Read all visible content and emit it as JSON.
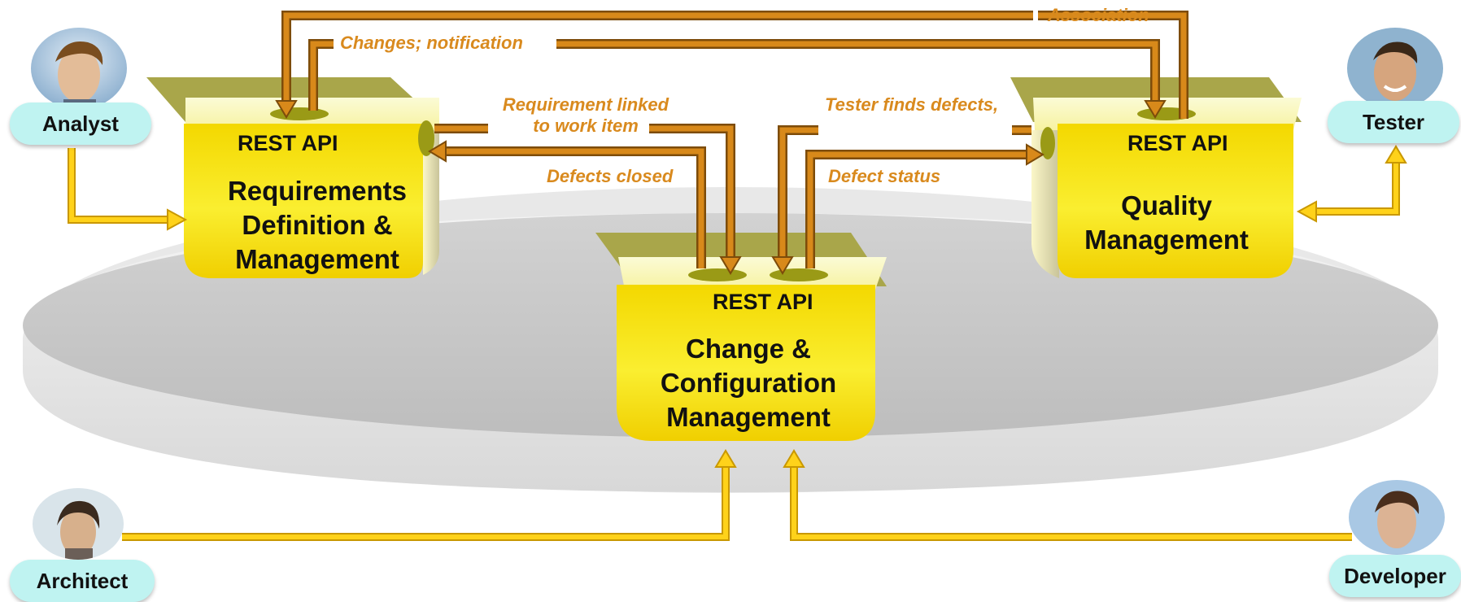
{
  "roles": {
    "analyst": "Analyst",
    "tester": "Tester",
    "architect": "Architect",
    "developer": "Developer"
  },
  "components": {
    "requirements": {
      "api": "REST API",
      "title": [
        "Requirements",
        "Definition &",
        "Management"
      ]
    },
    "quality": {
      "api": "REST API",
      "title": [
        "Quality",
        "Management"
      ]
    },
    "change": {
      "api": "REST API",
      "title": [
        "Change &",
        "Configuration",
        "Management"
      ]
    }
  },
  "flows": {
    "association": "Association",
    "changes_notification": "Changes; notification",
    "requirement_linked_1": "Requirement linked",
    "requirement_linked_2": "to work item",
    "defects_closed": "Defects closed",
    "tester_finds": "Tester finds defects,",
    "defect_status": "Defect status"
  },
  "colors": {
    "orange_arrow": "#c9780f",
    "yellow_arrow": "#f2c200",
    "box_yellow": "#f7e200",
    "role_badge": "#bff3f1",
    "flow_label": "#d98a1e"
  }
}
